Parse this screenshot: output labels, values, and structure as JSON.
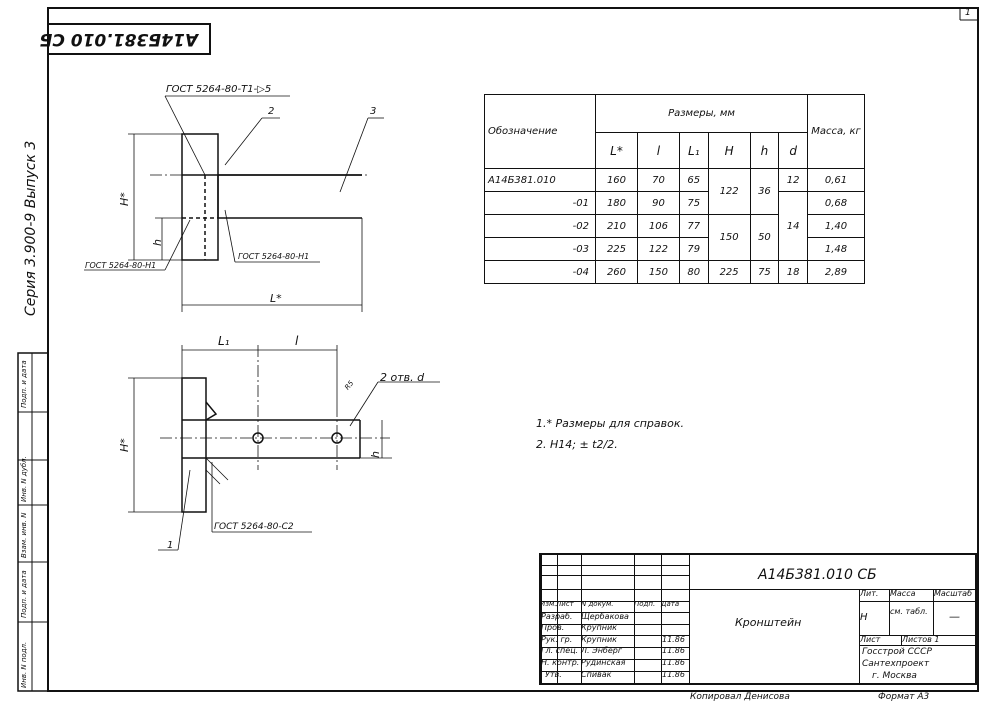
{
  "frame": {
    "code_rotated": "А14Б381.010 СБ",
    "series": "Серия 3.900-9  Выпуск 3",
    "page_number": "1",
    "copied_by": "Копировал Денисова",
    "format": "Формат А3"
  },
  "sidebar": [
    "Инв. N подл.",
    "Подп. и дата",
    "Взам. инв. N",
    "Инв. N дубл.",
    "Подп. и дата"
  ],
  "drawing": {
    "weld_top": "ГОСТ 5264-80-Т1-▷5",
    "weld_h1_left": "ГОСТ 5264-80-Н1",
    "weld_h1_right": "ГОСТ 5264-80-Н1",
    "weld_c2": "ГОСТ 5264-80-С2",
    "pos1": "1",
    "pos2": "2",
    "pos3": "3",
    "dim_H": "H*",
    "dim_h": "h",
    "dim_L": "L*",
    "dim_L1": "L₁",
    "dim_l": "l",
    "dim_H2": "H*",
    "dim_h2": "h",
    "holes": "2 отв. d",
    "chamfer": "R5"
  },
  "table": {
    "header_designation": "Обозначение",
    "header_dims": "Размеры, мм",
    "header_mass": "Масса, кг",
    "cols": [
      "L*",
      "l",
      "L₁",
      "H",
      "h",
      "d"
    ],
    "rows": [
      {
        "des": "А14Б381.010",
        "L": "160",
        "l": "70",
        "L1": "65",
        "mass": "0,61"
      },
      {
        "des": "-01",
        "L": "180",
        "l": "90",
        "L1": "75",
        "mass": "0,68"
      },
      {
        "des": "-02",
        "L": "210",
        "l": "106",
        "L1": "77",
        "mass": "1,40"
      },
      {
        "des": "-03",
        "L": "225",
        "l": "122",
        "L1": "79",
        "mass": "1,48"
      },
      {
        "des": "-04",
        "L": "260",
        "l": "150",
        "L1": "80",
        "mass": "2,89"
      }
    ],
    "merged": {
      "H1": "122",
      "h1": "36",
      "d1": "12",
      "H2": "150",
      "h2": "50",
      "d2": "14",
      "H3": "225",
      "h3": "75",
      "d3": "18"
    }
  },
  "notes": [
    "1.* Размеры для справок.",
    "2. H14; ± t2/2."
  ],
  "stamp": {
    "code": "А14Б381.010 СБ",
    "name": "Кронштейн",
    "lit_label": "Лит.",
    "mass_label": "Масса",
    "scale_label": "Масштаб",
    "lit_value": "Н",
    "mass_value": "см. табл.",
    "scale_value": "—",
    "sheet_label": "Лист",
    "sheets_label": "Листов 1",
    "org1": "Госстрой СССР",
    "org2": "Сантехпроект",
    "org3": "г. Москва",
    "hdr": [
      "Изм.",
      "Лист",
      "N докум.",
      "Подп.",
      "Дата"
    ],
    "people": [
      {
        "role": "Разраб.",
        "name": "Щербакова",
        "date": ""
      },
      {
        "role": "Пров.",
        "name": "Крупник",
        "date": ""
      },
      {
        "role": "Рук. гр.",
        "name": "Крупник",
        "date": "11.86"
      },
      {
        "role": "Гл. спец.",
        "name": "Л. Энберг",
        "date": "11.86"
      },
      {
        "role": "Н. контр.",
        "name": "Рудинская",
        "date": "11.86"
      },
      {
        "role": "Утв.",
        "name": "Спивак",
        "date": "11.86"
      }
    ]
  }
}
